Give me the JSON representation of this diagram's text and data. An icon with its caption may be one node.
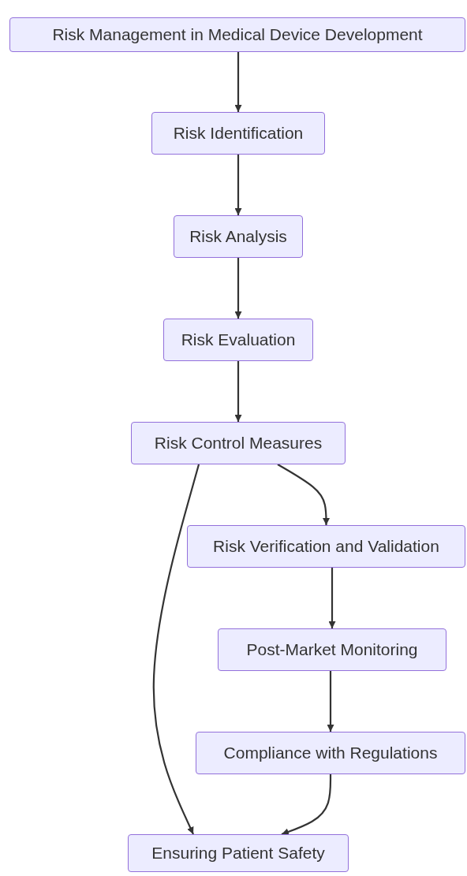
{
  "diagram": {
    "nodes": [
      {
        "text": [
          "Risk Management in Medical Device Development"
        ]
      },
      {
        "text": [
          "Risk Identification"
        ]
      },
      {
        "text": [
          "Risk Analysis"
        ]
      },
      {
        "text": [
          "Risk Evaluation"
        ]
      },
      {
        "text": [
          "Risk Control Measures"
        ]
      },
      {
        "text": [
          "Risk Verification and Validation"
        ]
      },
      {
        "text": [
          "Post-Market Monitoring"
        ]
      },
      {
        "text": [
          "Compliance with Regulations"
        ]
      },
      {
        "text": [
          "Ensuring Patient Safety"
        ]
      }
    ],
    "edges": [
      {
        "from": 0,
        "to": 1,
        "arrow": "to"
      },
      {
        "from": 1,
        "to": 2,
        "arrow": "to"
      },
      {
        "from": 2,
        "to": 3,
        "arrow": "to"
      },
      {
        "from": 3,
        "to": 4,
        "arrow": "to"
      },
      {
        "from": 4,
        "to": 8,
        "arrow": "to"
      },
      {
        "from": 4,
        "to": 5,
        "arrow": "to"
      },
      {
        "from": 5,
        "to": 6,
        "arrow": "to"
      },
      {
        "from": 6,
        "to": 7,
        "arrow": "to"
      },
      {
        "from": 7,
        "to": 8,
        "arrow": "to"
      }
    ]
  }
}
